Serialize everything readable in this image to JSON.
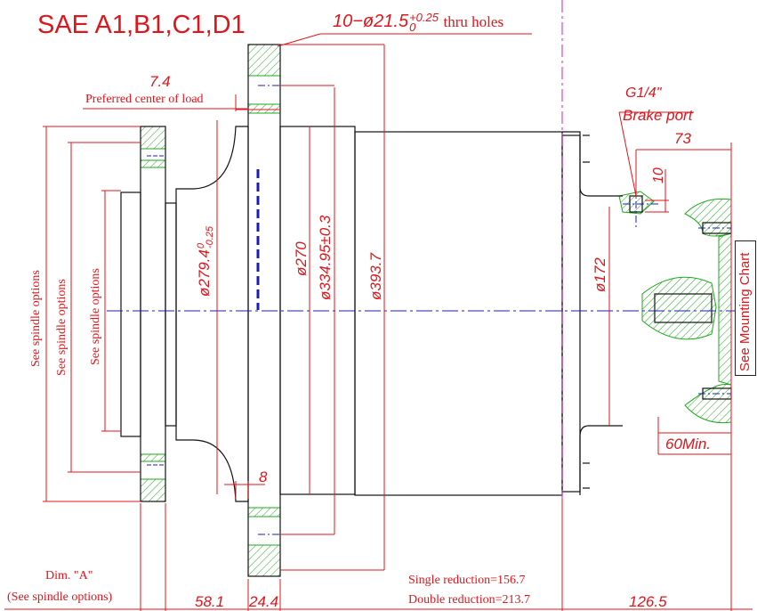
{
  "title": "SAE A1,B1,C1,D1",
  "thru_holes": {
    "prefix": "10−ø21.5",
    "tol_upper": "+0.25",
    "tol_lower": "0",
    "suffix": "thru holes"
  },
  "load_offset": "7.4",
  "load_label": "Preferred center of load",
  "brake": {
    "size": "G1/4\"",
    "label": "Brake port"
  },
  "dims": {
    "d73": "73",
    "d10": "10",
    "d172": "ø172",
    "d279_main": "ø279.4",
    "d279_tol_upper": "0",
    "d279_tol_lower": "-0.25",
    "d270": "ø270",
    "d334": "ø334.95±0.3",
    "d393": "ø393.7",
    "d8": "8",
    "d60": "60Min.",
    "d58": "58.1",
    "d24": "24.4",
    "d126": "126.5"
  },
  "spindle_labels": [
    "See spindle options",
    "See spindle options",
    "See spindle options"
  ],
  "mounting_chart": "See Mounting Chart",
  "dim_a": {
    "line1": "Dim. \"A\"",
    "line2": "(See spindle options)"
  },
  "reduction": {
    "single": "Single reduction=156.7",
    "double": "Double reduction=213.7"
  },
  "colors": {
    "dimension": "#e0151b",
    "outline": "#111111",
    "center": "#1c1cb4",
    "hatch": "#1ea81e",
    "phantom": "#d21ed2"
  }
}
